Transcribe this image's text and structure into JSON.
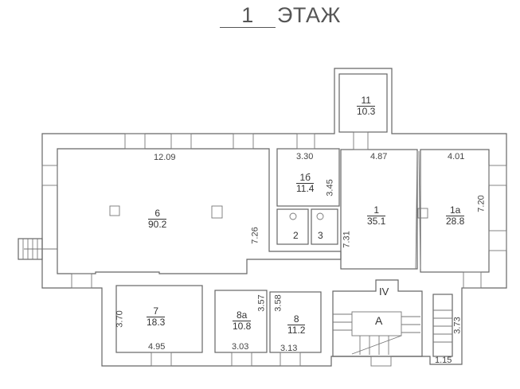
{
  "title": {
    "floor_number": "1",
    "floor_word": "ЭТАЖ"
  },
  "rooms": [
    {
      "id": "6",
      "area": "90.2"
    },
    {
      "id": "1б",
      "area": "11.4"
    },
    {
      "id": "2",
      "area": ""
    },
    {
      "id": "3",
      "area": ""
    },
    {
      "id": "1",
      "area": "35.1"
    },
    {
      "id": "1a",
      "area": "28.8"
    },
    {
      "id": "11",
      "area": "10.3"
    },
    {
      "id": "7",
      "area": "18.3"
    },
    {
      "id": "8a",
      "area": "10.8"
    },
    {
      "id": "8",
      "area": "11.2"
    },
    {
      "id": "IV",
      "area": ""
    },
    {
      "id": "A",
      "area": ""
    }
  ],
  "dimensions": {
    "d1209": "12.09",
    "d330": "3.30",
    "d487": "4.87",
    "d401": "4.01",
    "d345": "3.45",
    "d726": "7.26",
    "d731": "7.31",
    "d720": "7.20",
    "d370": "3.70",
    "d495": "4.95",
    "d357": "3.57",
    "d358": "3.58",
    "d303": "3.03",
    "d313": "3.13",
    "d373": "3.73",
    "d115": "1.15"
  }
}
